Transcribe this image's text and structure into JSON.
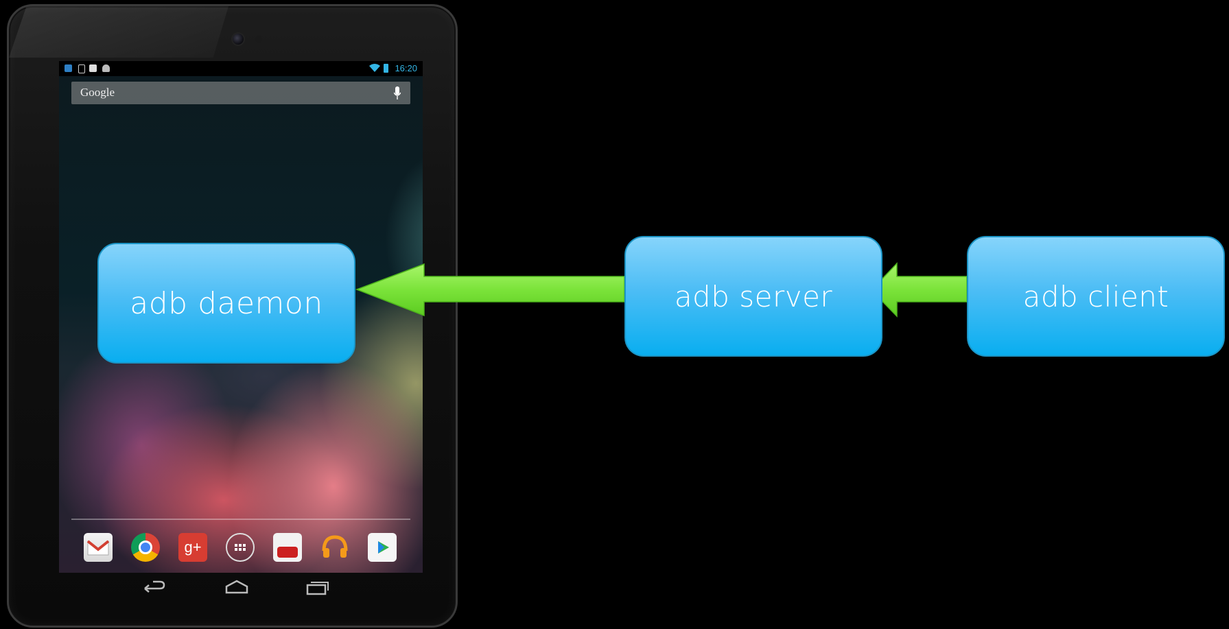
{
  "device": {
    "status_time": "16:20",
    "search_label": "Google"
  },
  "diagram": {
    "nodes": {
      "daemon": "adb daemon",
      "server": "adb server",
      "client": "adb client"
    },
    "arrow_color": "#7be33a",
    "node_color": "#2ab6f3"
  },
  "dock_apps": [
    "gmail-icon",
    "chrome-icon",
    "google-plus-icon",
    "app-drawer-icon",
    "youtube-icon",
    "play-music-icon",
    "play-store-icon"
  ],
  "nav_buttons": [
    "back-icon",
    "home-icon",
    "recents-icon"
  ]
}
